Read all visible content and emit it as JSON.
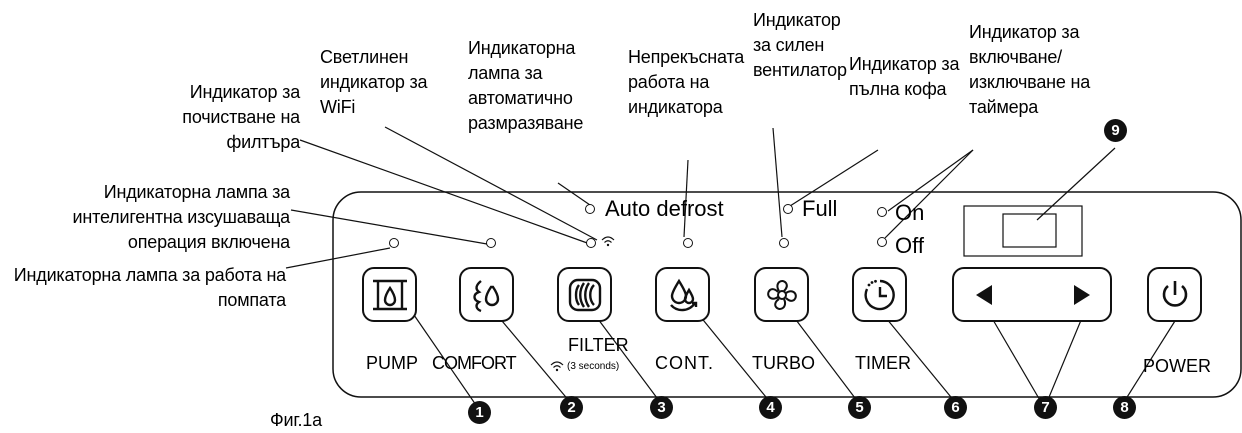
{
  "callouts": {
    "pump_lamp": "Индикаторна лампа за работа на\nпомпата",
    "smart_dry": "Индикаторна лампа за\nинтелигентна изсушаваща\nоперация включена",
    "filter_clean": "Индикатор за\nпочистване на\nфилтъра",
    "wifi": "Светлинен\nиндикатор за\nWiFi",
    "auto_defrost": "Индикаторна\nлампа за\nавтоматично\nразмразяване",
    "continuous": "Непрекъсната\nработа на\nиндикатора",
    "turbo_fan": "Индикатор\nза силен\nвентилатор",
    "full_bucket": "Индикатор за\nпълна кофа",
    "timer_onoff": "Индикатор за\nвключване/\nизключване на\nтаймера"
  },
  "panel": {
    "auto_defrost": "Auto defrost",
    "full": "Full",
    "on": "On",
    "off": "Off"
  },
  "buttons": {
    "pump": "PUMP",
    "comfort": "COMFORT",
    "filter": "FILTER",
    "filter_note": "(3 seconds)",
    "cont": "CONT.",
    "turbo": "TURBO",
    "timer": "TIMER",
    "power": "POWER"
  },
  "numbers": [
    "1",
    "2",
    "3",
    "4",
    "5",
    "6",
    "7",
    "8",
    "9"
  ],
  "caption": "Фиг.1а"
}
